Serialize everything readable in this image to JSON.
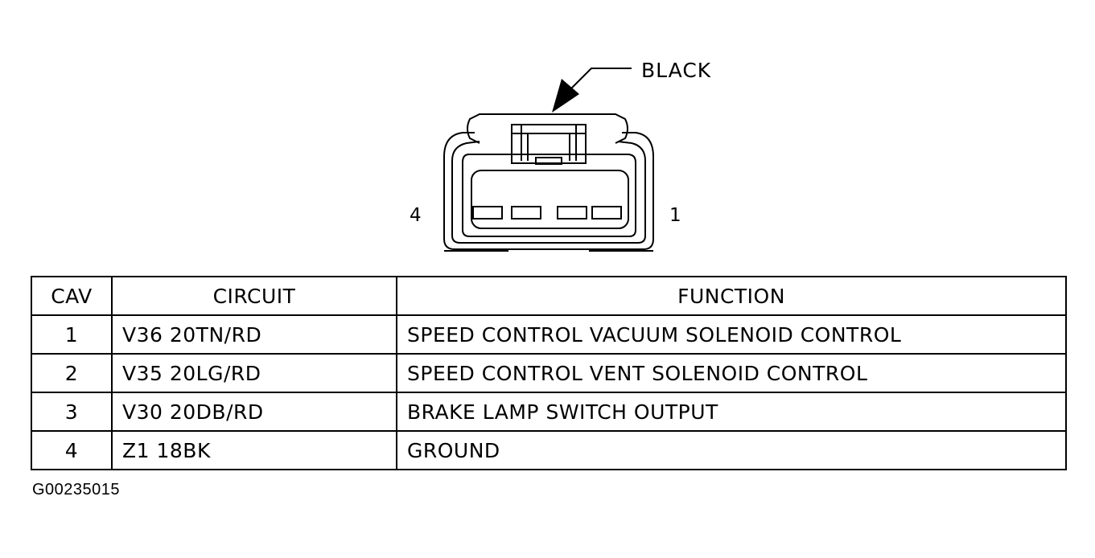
{
  "connector": {
    "color_label": "BLACK",
    "left_cavity_label": "4",
    "right_cavity_label": "1"
  },
  "table": {
    "headers": {
      "cav": "CAV",
      "circuit": "CIRCUIT",
      "function": "FUNCTION"
    },
    "rows": [
      {
        "cav": "1",
        "circuit": "V36 20TN/RD",
        "function": "SPEED CONTROL VACUUM SOLENOID CONTROL"
      },
      {
        "cav": "2",
        "circuit": "V35 20LG/RD",
        "function": "SPEED CONTROL VENT SOLENOID CONTROL"
      },
      {
        "cav": "3",
        "circuit": "V30 20DB/RD",
        "function": "BRAKE LAMP SWITCH OUTPUT"
      },
      {
        "cav": "4",
        "circuit": "Z1 18BK",
        "function": "GROUND"
      }
    ]
  },
  "figure_id": "G00235015",
  "colors": {
    "line": "#000000",
    "background": "#ffffff"
  }
}
